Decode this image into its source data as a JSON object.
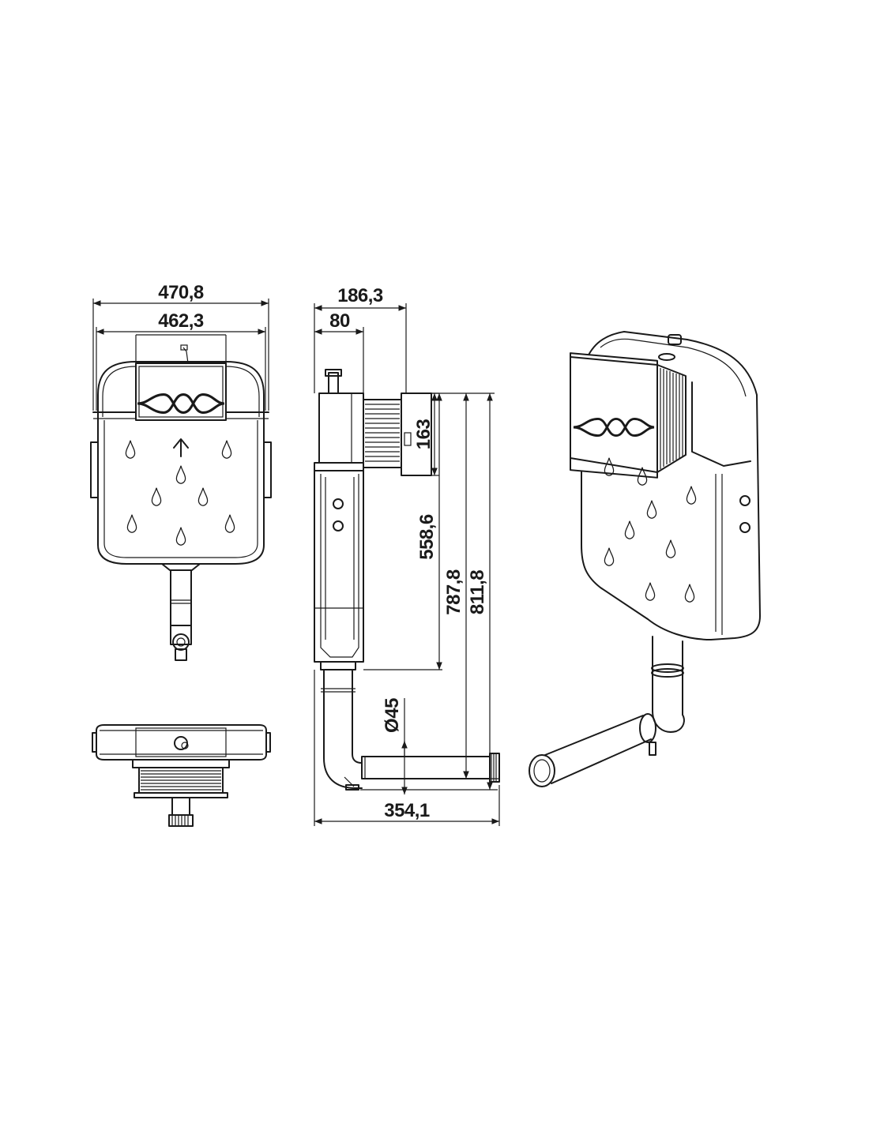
{
  "dimensions": {
    "front_width_outer": "470,8",
    "front_width_inner": "462,3",
    "side_depth_total": "186,3",
    "side_depth_body": "80",
    "flush_plate_height": "163",
    "height_to_outlet_top": "558,6",
    "height_to_outlet_center": "787,8",
    "height_total": "811,8",
    "pipe_diameter": "Ø45",
    "pipe_total_length": "354,1"
  },
  "colors": {
    "line": "#1a1a1a",
    "background": "#ffffff"
  }
}
